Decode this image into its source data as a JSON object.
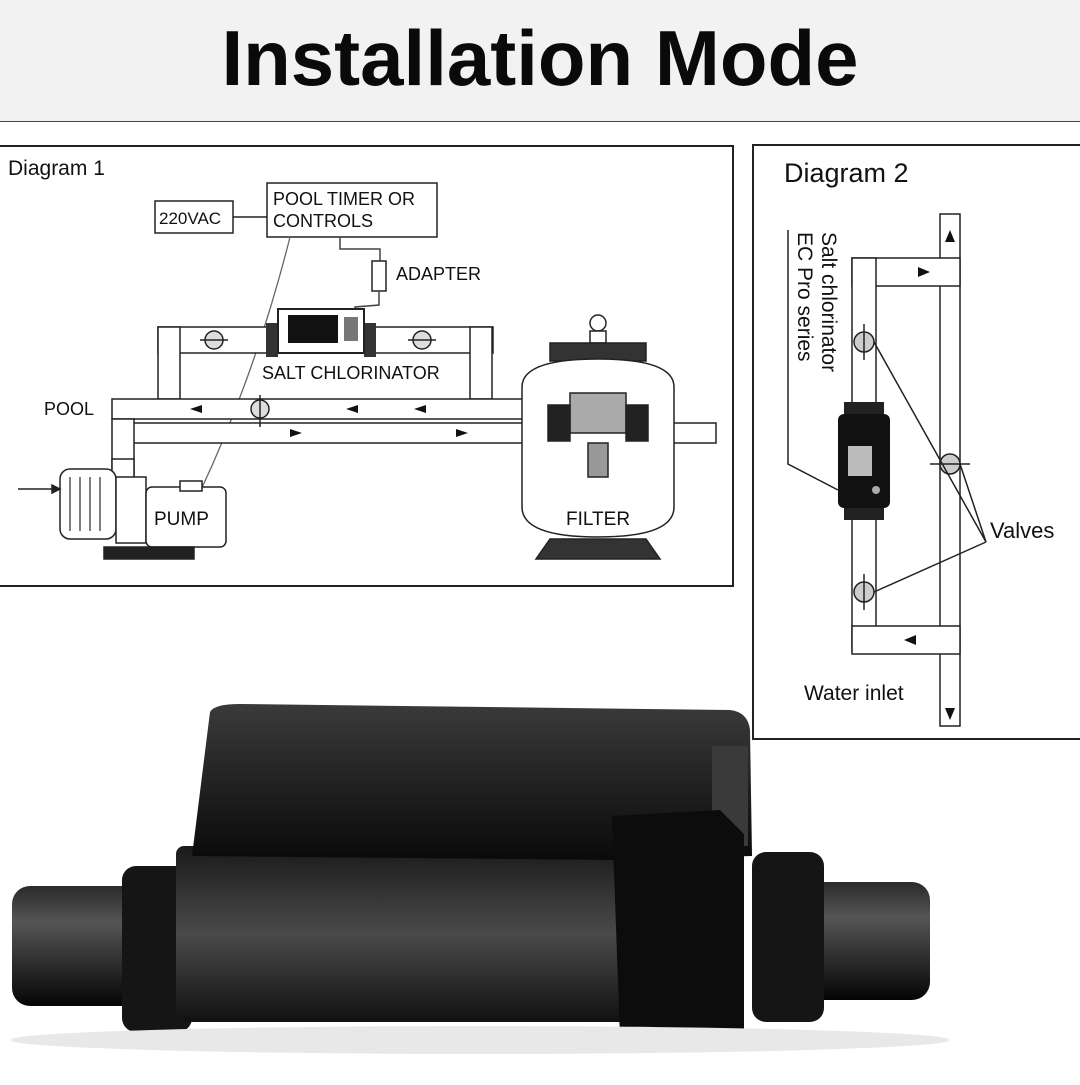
{
  "header": {
    "title": "Installation Mode"
  },
  "diagram1": {
    "title": "Diagram 1",
    "labels": {
      "power": "220VAC",
      "timer_line1": "POOL TIMER OR",
      "timer_line2": "CONTROLS",
      "adapter": "ADAPTER",
      "chlorinator": "SALT CHLORINATOR",
      "pool": "POOL",
      "pump": "PUMP",
      "filter": "FILTER"
    }
  },
  "diagram2": {
    "title": "Diagram 2",
    "labels": {
      "product_line1": "Salt chlorinator",
      "product_line2": "EC Pro series",
      "valves": "Valves",
      "water_inlet": "Water inlet"
    }
  },
  "colors": {
    "header_bg": "#f2f2f2",
    "line": "#222222",
    "device": "#0e0e0e"
  }
}
